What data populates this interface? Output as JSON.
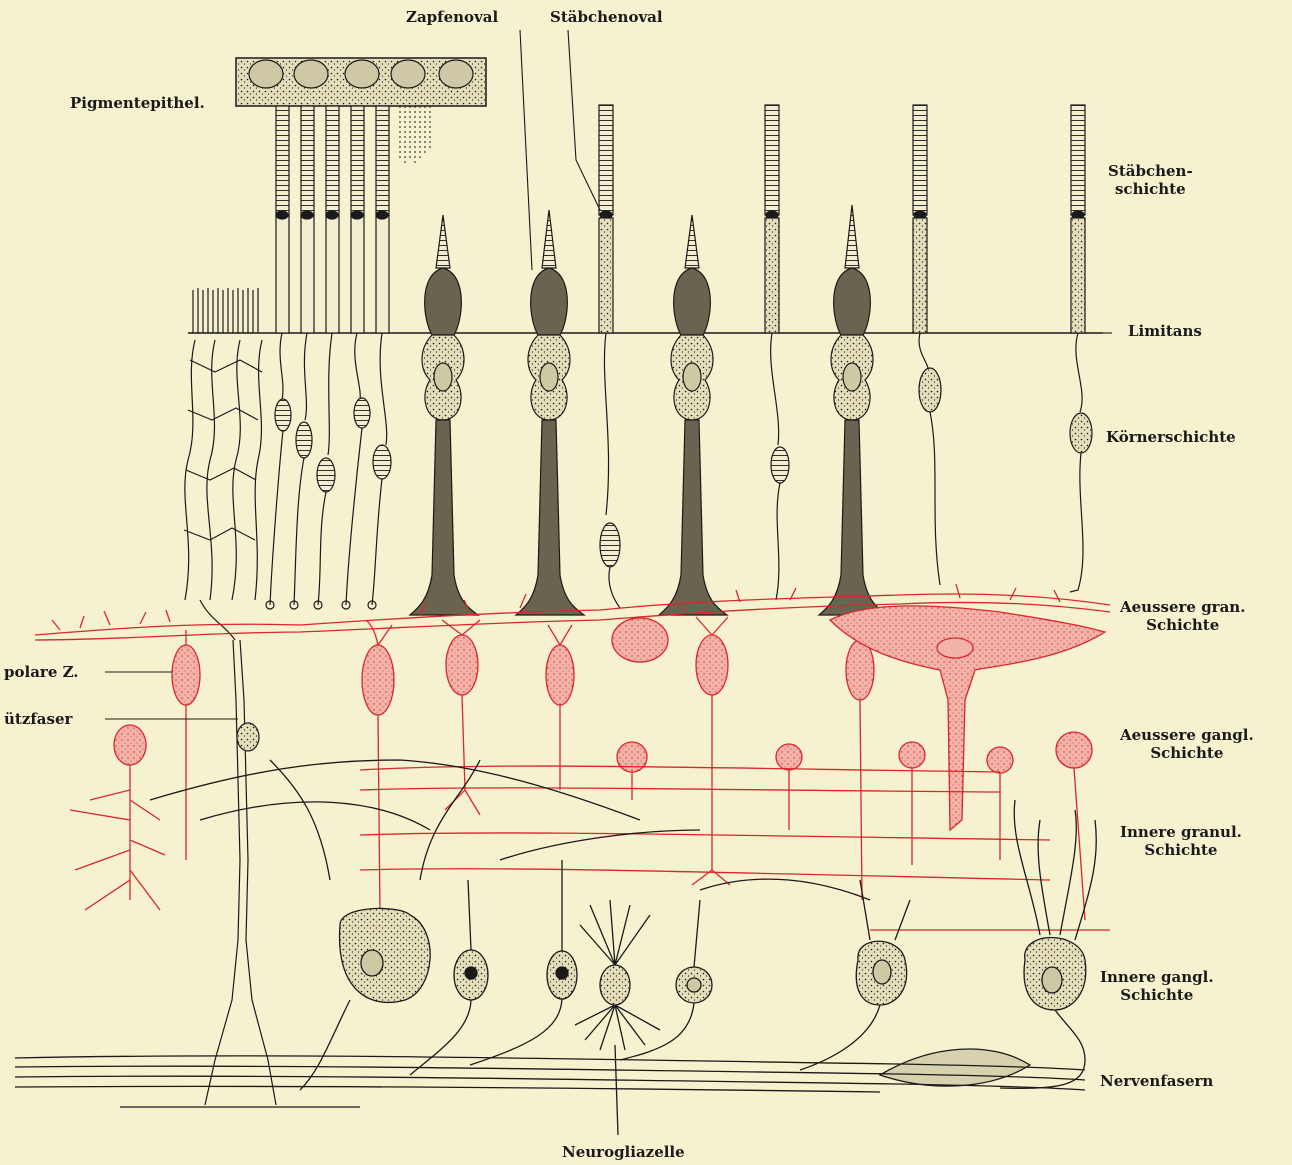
{
  "figure": {
    "colors": {
      "paper": "#f6f1cf",
      "ink": "#1a1a1a",
      "red": "#d9272e",
      "red_fill": "#f2b3a8",
      "cell_fill": "#e4ddb9"
    }
  },
  "labels": {
    "top": {
      "zapfenoval": "Zapfenoval",
      "staebchenoval": "Stäbchenoval"
    },
    "left": {
      "pigmentepithel": "Pigmentepithel.",
      "bipolare": "polare Z.",
      "stuetzfaser": "ützfaser"
    },
    "right": {
      "staebchen_1": "Stäbchen-",
      "staebchen_2": "schichte",
      "limitans": "Limitans",
      "koerner": "Körnerschichte",
      "aeussere_gran_1": "Aeussere gran.",
      "aeussere_gran_2": "Schichte",
      "aeussere_gangl_1": "Aeussere gangl.",
      "aeussere_gangl_2": "Schichte",
      "innere_granul_1": "Innere granul.",
      "innere_granul_2": "Schichte",
      "innere_gangl_1": "Innere gangl.",
      "innere_gangl_2": "Schichte",
      "nervenfasern": "Nervenfasern"
    },
    "bottom": {
      "neurogliazelle": "Neurogliazelle"
    }
  }
}
